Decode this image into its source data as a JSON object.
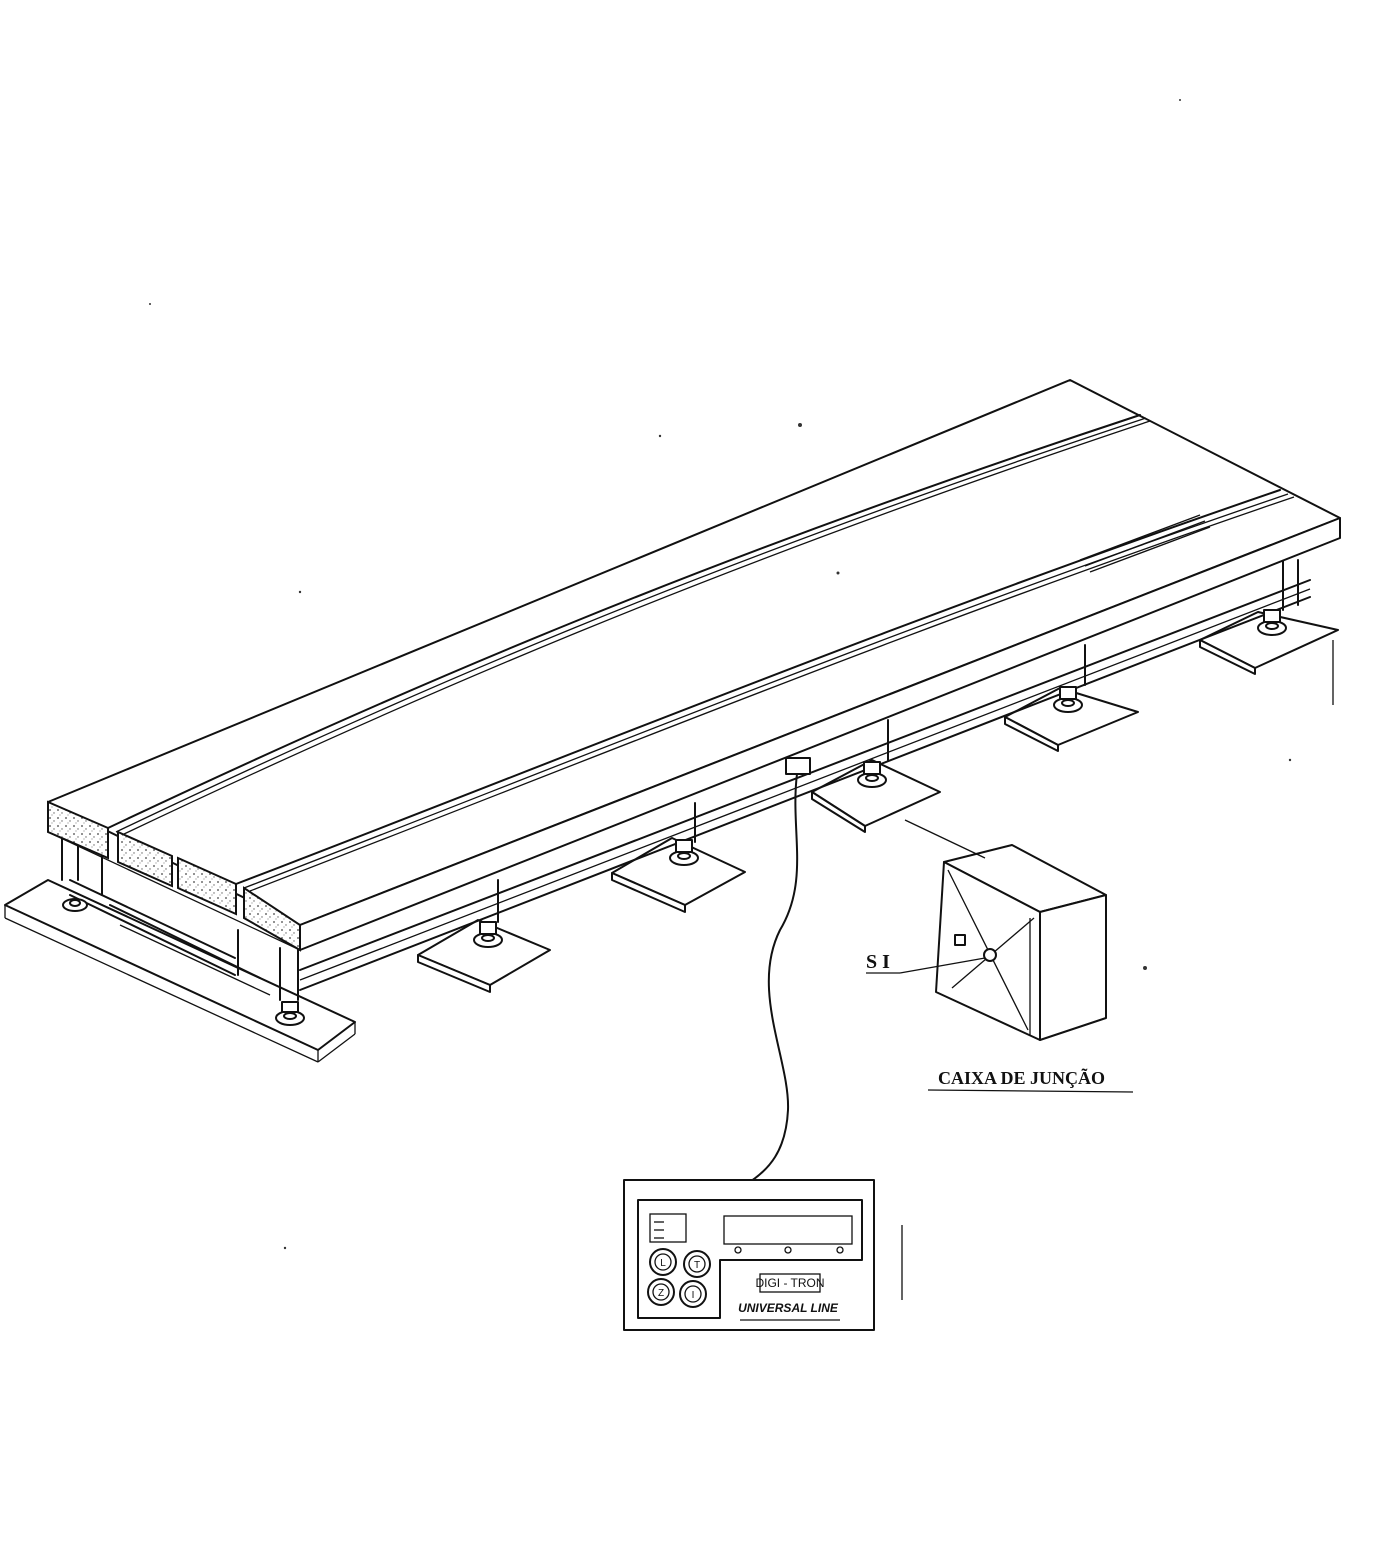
{
  "labels": {
    "si": "S I",
    "junction_box": "CAIXA DE JUNÇÃO"
  },
  "indicator": {
    "brand": "DIGI - TRON",
    "line": "UNIVERSAL LINE",
    "keys": [
      "L",
      "T",
      "Z",
      "I"
    ]
  }
}
